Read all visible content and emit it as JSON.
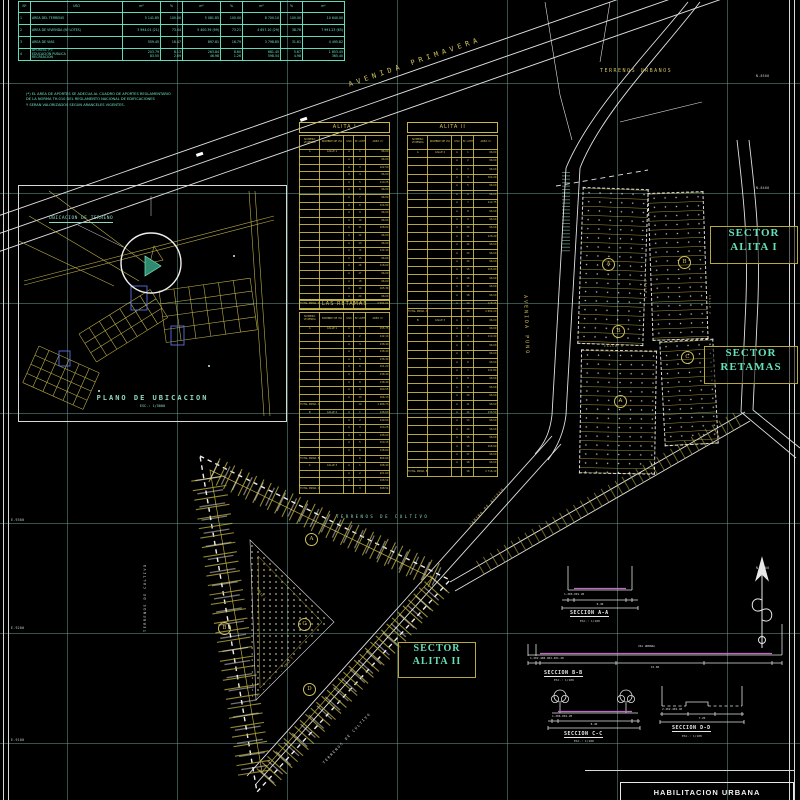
{
  "sheet": {
    "bg": "#000000",
    "cyan": "#6fe9c6",
    "yellow": "#d2c25a",
    "white": "#e8e8e8",
    "magenta": "#c06ac0"
  },
  "areas_table": {
    "headers": [
      "Nº",
      "USO",
      "m²",
      "%",
      "m²",
      "%",
      "m²",
      "%",
      "m²"
    ],
    "rows": [
      [
        "1",
        "AREA DEL TERRENO",
        "5 141.85",
        "100.00",
        "5 081.85",
        "100.00",
        "8 700.10",
        "100.00",
        "10 640.00"
      ],
      [
        "2",
        "AREA DE VIVIENDA (Nº LOTES)",
        "3 994.01 (21)",
        "73.44",
        "5 400.39 (99)",
        "73.21",
        "4 657.10 (29)",
        "38.76",
        "7 991.23 (65)"
      ],
      [
        "3",
        "AREA DE VIAS",
        "559.45",
        "16.47",
        "897.81",
        "16.79",
        "3 798.85",
        "31.61",
        "4 495.82"
      ],
      [
        "4",
        "APORTES (*):\nEDUCACION PUBLICA\nRECREACION",
        "203.79\n83.55",
        "8.13\n2.69",
        "263.84\n46.98",
        "8.60\n1.26",
        "681.45\n598.54",
        "5.67\n4.98",
        "1 853.45\n365.40"
      ]
    ],
    "notes": [
      "(*) EL AREA DE APORTES SE ADECUA AL CUADRO DE APORTES REGLAMENTARIO",
      "DE LA NORMA TH.010 DEL REGLAMENTO NACIONAL DE EDIFICACIONES",
      "Y SERAN VALORIZADOS SEGUN ARANCELES VIGENTES."
    ]
  },
  "roads": {
    "avenida_primavera": "AVENIDA PRIMAVERA",
    "terrenos_urbanos": "TERRENOS URBANOS",
    "avenida_puno": "AVENIDA PUNO",
    "calle1": "CALLE 1",
    "calle2": "CALLE 2",
    "calle3": "CALLE 3",
    "camino": "CAMINO DE ACCESO",
    "terrenos_cultivo": "TERRENOS DE CULTIVO"
  },
  "location_plan": {
    "callout": "UBICACION DE TERRENO",
    "title": "PLANO DE UBICACION",
    "scale": "ESC.: 1/5000"
  },
  "lot_tables": [
    {
      "title": "ALITA I",
      "headers": [
        "NUMERO VIVIENDA",
        "NOMBRE DE VIA",
        "USO",
        "Nº LOTE",
        "AREA m²"
      ],
      "rows": [
        [
          "A",
          "CALLE 1",
          "A",
          "1",
          "96.00"
        ],
        [
          "",
          "",
          "A",
          "2",
          "96.00"
        ],
        [
          "",
          "",
          "A",
          "3",
          "102.50"
        ],
        [
          "",
          "",
          "A",
          "4",
          "96.00"
        ],
        [
          "",
          "",
          "A",
          "5",
          "110.25"
        ],
        [
          "",
          "",
          "A",
          "6",
          "96.00"
        ],
        [
          "",
          "",
          "A",
          "7",
          "96.00"
        ],
        [
          "",
          "",
          "A",
          "8",
          "124.80"
        ],
        [
          "",
          "",
          "A",
          "9",
          "96.00"
        ],
        [
          "",
          "",
          "A",
          "10",
          "96.00"
        ],
        [
          "",
          "",
          "A",
          "11",
          "108.00"
        ],
        [
          "",
          "",
          "A",
          "12",
          "96.00"
        ],
        [
          "",
          "",
          "A",
          "13",
          "96.00"
        ],
        [
          "",
          "",
          "A",
          "14",
          "132.40"
        ],
        [
          "",
          "",
          "A",
          "15",
          "96.00"
        ],
        [
          "",
          "",
          "A",
          "16",
          "118.60"
        ],
        [
          "",
          "",
          "A",
          "17",
          "96.00"
        ],
        [
          "",
          "",
          "A",
          "18",
          "96.00"
        ],
        [
          "",
          "",
          "A",
          "19",
          "105.30"
        ],
        [
          "",
          "",
          "A",
          "20",
          "96.00"
        ],
        [
          "TOTAL MZNA. A",
          "",
          "",
          "21",
          "3 994.01"
        ]
      ]
    },
    {
      "title": "ALITA II",
      "headers": [
        "NUMERO VIVIENDA",
        "NOMBRE DE VIA",
        "USO",
        "Nº LOTE",
        "AREA m²"
      ],
      "rows": [
        [
          "A",
          "CALLE 2",
          "A",
          "1",
          "96.00"
        ],
        [
          "",
          "",
          "A",
          "2",
          "96.00"
        ],
        [
          "",
          "",
          "A",
          "3",
          "96.00"
        ],
        [
          "",
          "",
          "A",
          "4",
          "104.20"
        ],
        [
          "",
          "",
          "A",
          "5",
          "96.00"
        ],
        [
          "",
          "",
          "A",
          "6",
          "96.00"
        ],
        [
          "",
          "",
          "A",
          "7",
          "112.75"
        ],
        [
          "",
          "",
          "A",
          "8",
          "96.00"
        ],
        [
          "",
          "",
          "A",
          "9",
          "96.00"
        ],
        [
          "",
          "",
          "A",
          "10",
          "96.00"
        ],
        [
          "",
          "",
          "A",
          "11",
          "128.40"
        ],
        [
          "",
          "",
          "A",
          "12",
          "96.00"
        ],
        [
          "",
          "",
          "A",
          "13",
          "96.00"
        ],
        [
          "",
          "",
          "A",
          "14",
          "96.00"
        ],
        [
          "",
          "",
          "A",
          "15",
          "105.60"
        ],
        [
          "",
          "",
          "A",
          "16",
          "96.00"
        ],
        [
          "",
          "",
          "A",
          "17",
          "96.00"
        ],
        [
          "",
          "",
          "A",
          "18",
          "96.00"
        ],
        [
          "",
          "",
          "A",
          "19",
          "118.25"
        ],
        [
          "TOTAL MZNA. A",
          "",
          "",
          "19",
          "2 684.20"
        ],
        [
          "B",
          "CALLE 3",
          "A",
          "1",
          "96.00"
        ],
        [
          "",
          "",
          "A",
          "2",
          "96.00"
        ],
        [
          "",
          "",
          "A",
          "3",
          "110.40"
        ],
        [
          "",
          "",
          "A",
          "4",
          "96.00"
        ],
        [
          "",
          "",
          "A",
          "5",
          "96.00"
        ],
        [
          "",
          "",
          "A",
          "6",
          "96.00"
        ],
        [
          "",
          "",
          "A",
          "7",
          "122.80"
        ],
        [
          "",
          "",
          "A",
          "8",
          "96.00"
        ],
        [
          "",
          "",
          "A",
          "9",
          "96.00"
        ],
        [
          "",
          "",
          "A",
          "10",
          "96.00"
        ],
        [
          "",
          "",
          "A",
          "11",
          "96.00"
        ],
        [
          "",
          "",
          "A",
          "12",
          "134.50"
        ],
        [
          "",
          "",
          "A",
          "13",
          "96.00"
        ],
        [
          "",
          "",
          "A",
          "14",
          "96.00"
        ],
        [
          "",
          "",
          "A",
          "15",
          "96.00"
        ],
        [
          "",
          "",
          "A",
          "16",
          "108.90"
        ],
        [
          "",
          "",
          "A",
          "17",
          "96.00"
        ],
        [
          "",
          "",
          "A",
          "18",
          "96.00"
        ],
        [
          "TOTAL MZNA. B",
          "",
          "",
          "18",
          "2 716.19"
        ]
      ]
    },
    {
      "title": "LAS RETAMAS",
      "headers": [
        "NUMERO VIVIENDA",
        "NOMBRE DE VIA",
        "USO",
        "Nº LOTE",
        "AREA m²"
      ],
      "rows": [
        [
          "A",
          "CALLE 1",
          "A",
          "1",
          "155.75"
        ],
        [
          "",
          "",
          "A",
          "2",
          "142.10"
        ],
        [
          "",
          "",
          "A",
          "3",
          "138.40"
        ],
        [
          "",
          "",
          "A",
          "4",
          "138.40"
        ],
        [
          "",
          "",
          "A",
          "5",
          "138.40"
        ],
        [
          "",
          "",
          "A",
          "6",
          "151.20"
        ],
        [
          "",
          "",
          "A",
          "7",
          "138.40"
        ],
        [
          "",
          "",
          "A",
          "8",
          "138.40"
        ],
        [
          "",
          "",
          "A",
          "9",
          "160.55"
        ],
        [
          "",
          "",
          "A",
          "10",
          "166.13"
        ],
        [
          "TOTAL MZNA. A",
          "",
          "",
          "10",
          "1 468.73"
        ],
        [
          "B",
          "CALLE 2",
          "A",
          "1",
          "148.60"
        ],
        [
          "",
          "",
          "A",
          "2",
          "149.00"
        ],
        [
          "",
          "",
          "A",
          "3",
          "150.25"
        ],
        [
          "",
          "",
          "A",
          "4",
          "148.00"
        ],
        [
          "",
          "",
          "A",
          "5",
          "150.15"
        ],
        [
          "",
          "",
          "A",
          "6",
          "148.60"
        ],
        [
          "TOTAL MZNA. B",
          "",
          "",
          "6",
          "894.60"
        ],
        [
          "C",
          "CALLE 3",
          "A",
          "1",
          "198.40"
        ],
        [
          "",
          "",
          "A",
          "2",
          "201.60"
        ],
        [
          "",
          "",
          "A",
          "3",
          "198.54"
        ],
        [
          "TOTAL MZNA. C",
          "",
          "",
          "3",
          "598.54"
        ]
      ]
    }
  ],
  "sectors": {
    "alita1": {
      "l1": "SECTOR",
      "l2": "ALITA I"
    },
    "retamas": {
      "l1": "SECTOR",
      "l2": "RETAMAS"
    },
    "alita2": {
      "l1": "SECTOR",
      "l2": "ALITA II"
    }
  },
  "block_letters": {
    "right": [
      "A",
      "B",
      "B",
      "C",
      "A"
    ],
    "triangle": [
      "A",
      "B",
      "C",
      "D"
    ]
  },
  "sections": [
    {
      "title": "SECCION A-A",
      "scale": "ESC.: 1/100",
      "dims": [
        "1.20",
        "6.00",
        "1.20"
      ],
      "total": "8.40",
      "label": ""
    },
    {
      "title": "SECCION B-B",
      "scale": "ESC.: 1/100",
      "dims": [
        "1.20",
        "2.40",
        "8.40",
        "2.40",
        "1.20"
      ],
      "total": "15.60",
      "label": "VIA URBANA"
    },
    {
      "title": "SECCION C-C",
      "scale": "ESC.: 1/100",
      "dims": [
        "1.20",
        "6.00",
        "1.20"
      ],
      "total": "8.40",
      "label": ""
    },
    {
      "title": "SECCION D-D",
      "scale": "ESC.: 1/100",
      "dims": [
        "2.40",
        "2.40",
        "2.40"
      ],
      "total": "7.20",
      "label": ""
    }
  ],
  "title_block": {
    "line": "HABILITACION URBANA"
  },
  "grid_labels": [
    "E-9300",
    "E-9200",
    "E-9100",
    "N-8500",
    "N-8400",
    "N-8300"
  ]
}
